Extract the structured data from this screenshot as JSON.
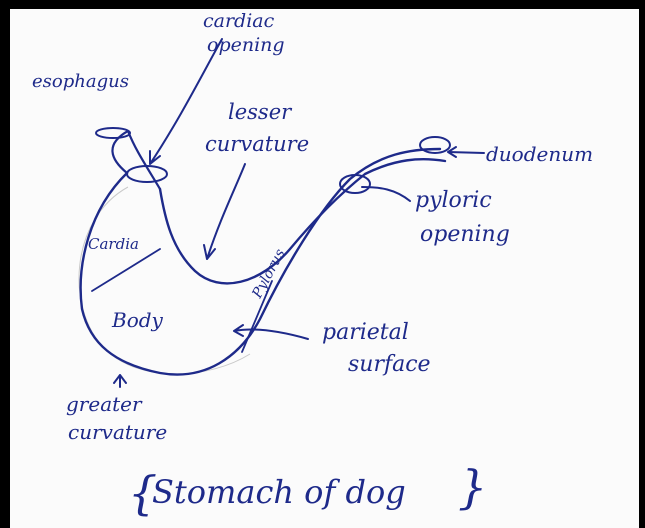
{
  "diagram": {
    "labels": {
      "cardiac_opening": "cardiac\nopening",
      "esophagus": "esophagus",
      "lesser_curvature": "lesser\ncurvature",
      "duodenum": "duodenum",
      "pyloric_opening": "pyloric\nopening",
      "cardia": "Cardia",
      "pylorus": "Pylorus",
      "body": "Body",
      "parietal_surface": "parietal\nsurface",
      "greater_curvature": "greater\ncurvature",
      "title": "Stomach of dog"
    },
    "colors": {
      "ink": "#1e2a8a",
      "paper": "#fbfbfb",
      "border": "#000000",
      "pencil": "#c9c9c9"
    }
  }
}
